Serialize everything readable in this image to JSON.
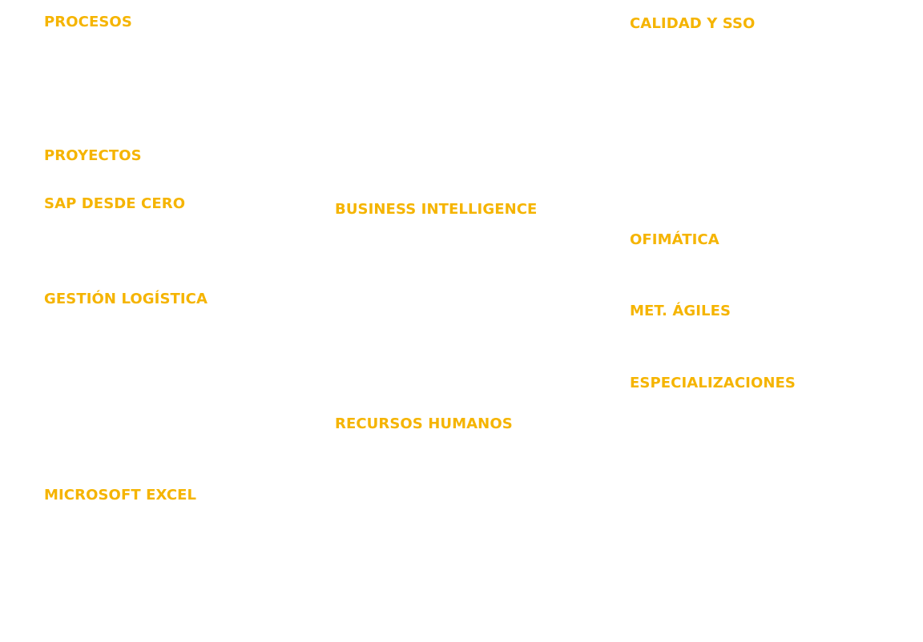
{
  "colors": {
    "accent": "#f5b400",
    "background": "#ffffff"
  },
  "columns": {
    "left": {
      "procesos": "PROCESOS",
      "proyectos": "PROYECTOS",
      "sap": "SAP DESDE CERO",
      "logistica": "GESTIÓN LOGÍSTICA",
      "excel": "MICROSOFT EXCEL"
    },
    "middle": {
      "bi": "BUSINESS INTELLIGENCE",
      "rrhh": "RECURSOS HUMANOS"
    },
    "right": {
      "calidad": "CALIDAD Y SSO",
      "ofimatica": "OFIMÁTICA",
      "agiles": "MET. ÁGILES",
      "especializaciones": "ESPECIALIZACIONES"
    }
  }
}
